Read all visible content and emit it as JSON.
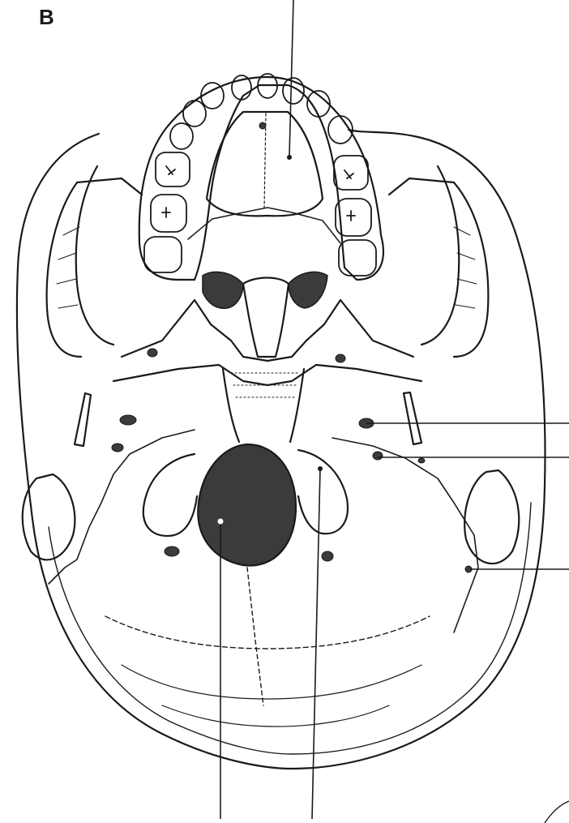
{
  "figure": {
    "panel_letter": "B",
    "colors": {
      "ink": "#1a1a1a",
      "dark_fill": "#3b3b3b",
      "paper": "#ffffff"
    },
    "leader_lines": [
      {
        "id": "palate",
        "direction": "up",
        "label": ""
      },
      {
        "id": "right-upper",
        "direction": "right",
        "label": ""
      },
      {
        "id": "right-middle",
        "direction": "right",
        "label": ""
      },
      {
        "id": "right-lower",
        "direction": "right",
        "label": ""
      },
      {
        "id": "foramen-magnum",
        "direction": "down",
        "label": ""
      },
      {
        "id": "occipital-condyle",
        "direction": "down",
        "label": ""
      }
    ]
  }
}
